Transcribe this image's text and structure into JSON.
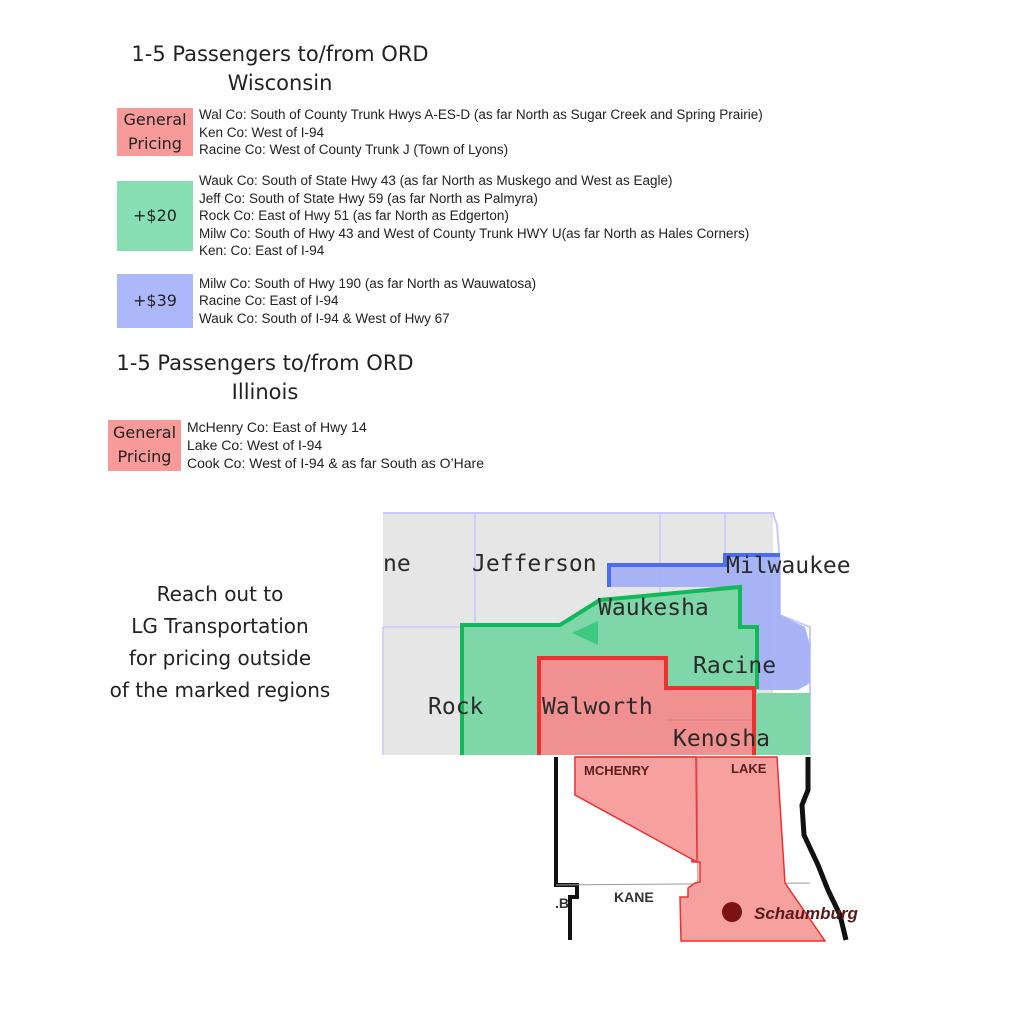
{
  "wisconsin": {
    "heading": [
      "1-5 Passengers to/from ORD",
      "Wisconsin"
    ],
    "tiers": [
      {
        "badge": [
          "General",
          "Pricing"
        ],
        "color": "#f89a9a",
        "rules": [
          "Wal Co: South of County Trunk Hwys A-ES-D (as far North as Sugar Creek and Spring Prairie)",
          "Ken Co: West of I-94",
          "Racine Co: West of County Trunk J (Town of Lyons)"
        ]
      },
      {
        "badge": [
          "+$20"
        ],
        "color": "#86e0b4",
        "rules": [
          "Wauk Co: South of State Hwy 43 (as far North as Muskego and West as Eagle)",
          "Jeff Co: South of State Hwy 59 (as far North as Palmyra)",
          "Rock Co: East of Hwy 51 (as far North as Edgerton)",
          "Milw Co: South of Hwy 43 and West of County Trunk HWY U(as far North as Hales Corners)",
          "Ken: Co: East of I-94"
        ]
      },
      {
        "badge": [
          "+$39"
        ],
        "color": "#adb8fb",
        "rules": [
          "Milw Co: South of Hwy 190 (as far North as Wauwatosa)",
          "Racine Co: East of I-94",
          "Wauk Co: South of I-94 & West of Hwy 67"
        ]
      }
    ]
  },
  "illinois": {
    "heading": [
      "1-5 Passengers to/from ORD",
      "Illinois"
    ],
    "tiers": [
      {
        "badge": [
          "General",
          "Pricing"
        ],
        "color": "#f89a9a",
        "rules": [
          "McHenry Co: East of Hwy 14",
          "Lake Co: West of I-94",
          "Cook Co: West of I-94 & as far South as O’Hare"
        ]
      }
    ]
  },
  "note": [
    "Reach out to",
    "LG Transportation",
    "for pricing outside",
    "of the marked regions"
  ],
  "map": {
    "wi_counties": [
      "ne",
      "Jefferson",
      "Milwaukee",
      "Waukesha",
      "Racine",
      "Rock",
      "Walworth",
      "Kenosha"
    ],
    "il_counties": [
      "MCHENRY",
      "LAKE",
      "KANE",
      ".B"
    ],
    "city": "Schaumburg",
    "zone_colors": {
      "general": "#f28b8b",
      "general_border": "#ee3030",
      "plus20": "#7fd6a8",
      "plus20_border": "#13b85a",
      "plus39": "#a3b0f5",
      "plus39_border": "#4a6cf2"
    }
  }
}
